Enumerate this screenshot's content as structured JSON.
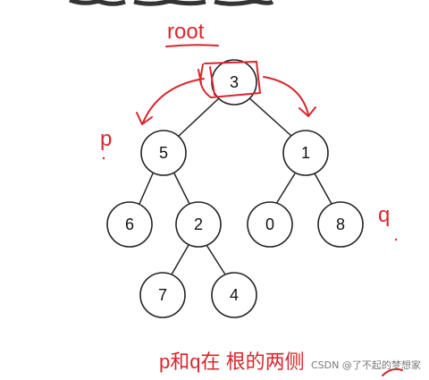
{
  "header_scrawl": "",
  "tree": {
    "nodes": [
      {
        "id": "n3",
        "value": "3"
      },
      {
        "id": "n5",
        "value": "5"
      },
      {
        "id": "n1",
        "value": "1"
      },
      {
        "id": "n6",
        "value": "6"
      },
      {
        "id": "n2",
        "value": "2"
      },
      {
        "id": "n0",
        "value": "0"
      },
      {
        "id": "n8",
        "value": "8"
      },
      {
        "id": "n7",
        "value": "7"
      },
      {
        "id": "n4",
        "value": "4"
      }
    ]
  },
  "annotations": {
    "root_label": "root",
    "p_label": "p",
    "q_label": "q",
    "caption": "p和q在 根的两侧",
    "color": "#d9262d"
  },
  "watermark": "CSDN @了不起的梦想家"
}
